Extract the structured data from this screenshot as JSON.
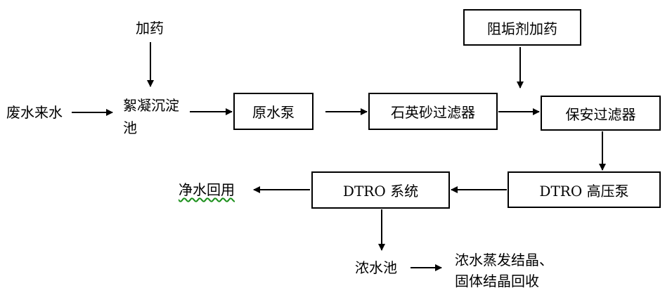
{
  "labels": {
    "wastewater_in": "废水来水",
    "dosing_top": "加药",
    "flocculation_line1": "絮凝沉淀",
    "flocculation_line2": "池",
    "clean_water_reuse": "净水回用",
    "brine_tank": "浓水池",
    "evap_line1": "浓水蒸发结晶、",
    "evap_line2": "固体结晶回收"
  },
  "boxes": {
    "raw_pump": "原水泵",
    "quartz_filter": "石英砂过滤器",
    "security_filter": "保安过滤器",
    "antiscalant": "阻垢剂加药",
    "dtro_pump": "DTRO 高压泵",
    "dtro_system": "DTRO 系统"
  }
}
